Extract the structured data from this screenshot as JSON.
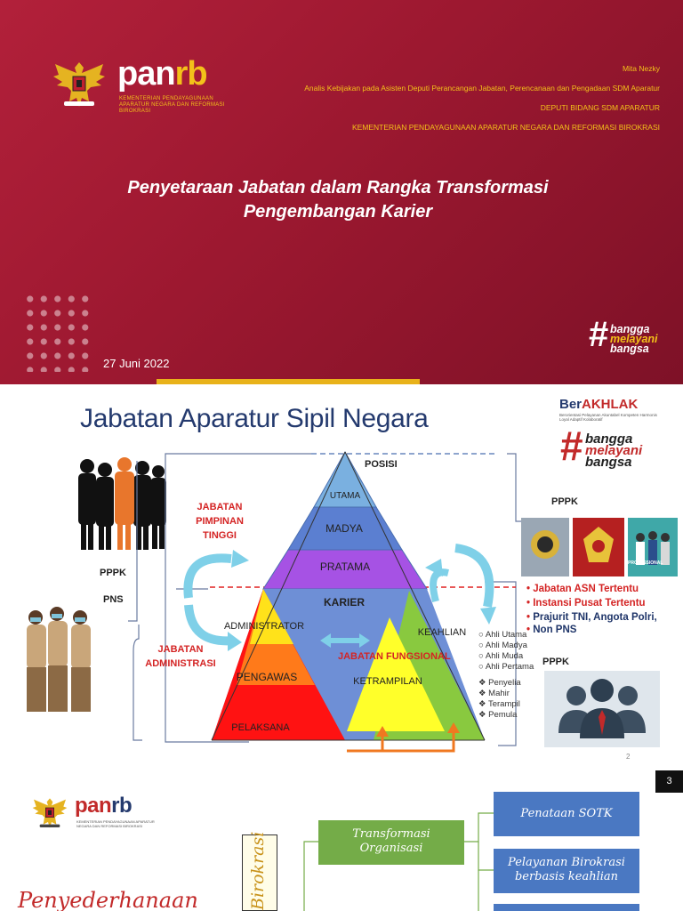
{
  "slide1": {
    "logo": {
      "brand_pan": "pan",
      "brand_rb": "rb",
      "ministry": "KEMENTERIAN PENDAYAGUNAAN APARATUR NEGARA DAN REFORMASI BIROKRASI"
    },
    "author_lines": [
      "Mita Nezky",
      "Analis Kebijakan pada Asisten Deputi Perancangan Jabatan, Perencanaan dan Pengadaan SDM Aparatur",
      "DEPUTI BIDANG SDM APARATUR",
      "KEMENTERIAN PENDAYAGUNAAN APARATUR NEGARA DAN REFORMASI BIROKRASI"
    ],
    "title_line1": "Penyetaraan Jabatan dalam Rangka Transformasi",
    "title_line2": "Pengembangan Karier",
    "date": "27 Juni 2022",
    "tagline": {
      "hash": "#",
      "w1": "bangga",
      "w2": "melayani",
      "w3": "bangsa"
    },
    "colors": {
      "background": "#9c1830",
      "accent": "#f3c11a"
    }
  },
  "slide2": {
    "title": "Jabatan Aparatur Sipil Negara",
    "berakhlak": {
      "part1": "Ber",
      "part2": "AKHLAK",
      "sub": "Berorientasi Pelayanan Akuntabel Kompeten Harmonis Loyal Adaptif Kolaboratif"
    },
    "tagline": {
      "hash": "#",
      "w1": "bangga",
      "w2": "melayani",
      "w3": "bangsa"
    },
    "labels": {
      "posisi": "POSISI",
      "jpt": [
        "JABATAN",
        "PIMPINAN",
        "TINGGI"
      ],
      "jabatan_administrasi": [
        "JABATAN",
        "ADMINISTRASI"
      ],
      "jabatan_fungsional": "JABATAN FUNGSIONAL",
      "pppk_left": "PPPK",
      "pns": "PNS",
      "pppk_top_right": "PPPK",
      "pppk_bottom_right": "PPPK",
      "professional": "PROFESSIONAL"
    },
    "tiers": {
      "utama": "UTAMA",
      "madya": "MADYA",
      "pratama": "PRATAMA",
      "karier": "KARIER",
      "administrator": "ADMINISTRATOR",
      "pengawas": "PENGAWAS",
      "pelaksana": "PELAKSANA",
      "keahlian": "KEAHLIAN",
      "ketrampilan": "KETRAMPILAN"
    },
    "keahlian_levels": [
      "Ahli Utama",
      "Ahli Madya",
      "Ahli Muda",
      "Ahli Pertama"
    ],
    "ketrampilan_levels": [
      "Penyelia",
      "Mahir",
      "Terampil",
      "Pemula"
    ],
    "pppk_categories": [
      {
        "text": "Jabatan ASN Tertentu",
        "color": "red"
      },
      {
        "text": "Instansi Pusat Tertentu",
        "color": "red"
      },
      {
        "text": "Prajurit TNI, Angota Polri,",
        "color": "blue"
      },
      {
        "text": "Non PNS",
        "color": "blue"
      }
    ],
    "page_number": "2"
  },
  "slide3": {
    "page_badge": "3",
    "logo": {
      "brand_pan": "pan",
      "brand_rb": "rb",
      "ministry": "KEMENTERIAN PENDAYAGUNAAN APARATUR NEGARA DAN REFORMASI BIROKRASI"
    },
    "vertical_label": "Birokrasi",
    "heading": "Penyederhanaan",
    "transformasi": [
      "Transformasi",
      "Organisasi"
    ],
    "boxes": [
      {
        "lines": [
          "Penataan SOTK"
        ]
      },
      {
        "lines": [
          "Pelayanan Birokrasi",
          "berbasis keahlian"
        ]
      }
    ]
  }
}
